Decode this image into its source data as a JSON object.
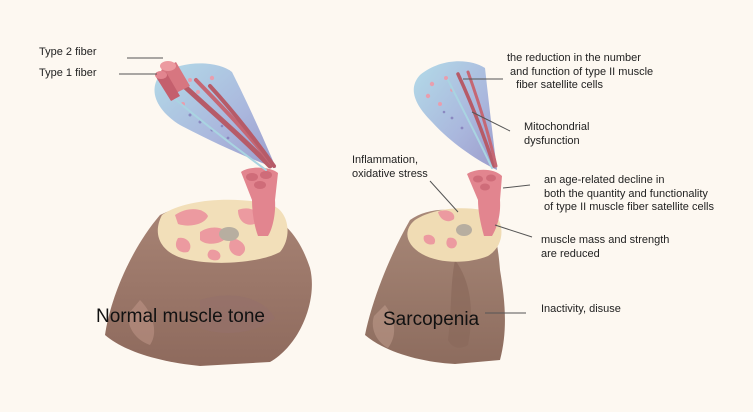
{
  "panels": {
    "normal": {
      "caption": "Normal muscle tone",
      "labels": {
        "type2": "Type 2 fiber",
        "type1": "Type 1 fiber"
      }
    },
    "sarcopenia": {
      "caption": "Sarcopenia",
      "labels": {
        "satellite_reduction": "the reduction in the number\n and function of type II muscle\n   fiber satellite cells",
        "mitochondrial": "Mitochondrial\ndysfunction",
        "inflammation": "Inflammation,\noxidative stress",
        "age_decline": "an age-related decline in\nboth the quantity and functionality\nof type II muscle fiber satellite cells",
        "mass_strength": "muscle mass and strength\nare reduced",
        "inactivity": "Inactivity, disuse"
      }
    }
  },
  "colors": {
    "background": "#fdf8f1",
    "muscle_body": "#a27b6c",
    "muscle_dark": "#8a6558",
    "cross_section": "#f0dcb4",
    "fascicle": "#ec9aa0",
    "fiber_red": "#b85d6a",
    "sheath_blue": "#a9d4e1",
    "sheath_purple": "#a4a1cc",
    "leader_line": "#555555"
  }
}
